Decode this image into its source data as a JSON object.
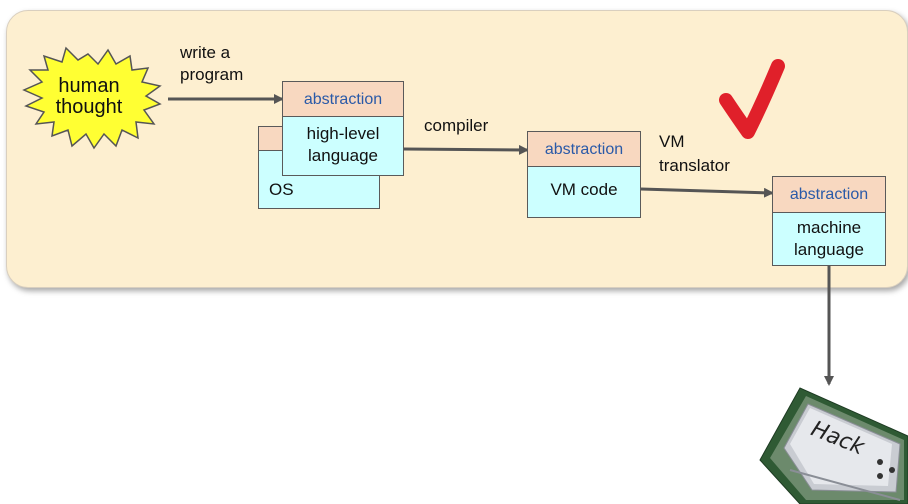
{
  "burst": {
    "line1": "human",
    "line2": "thought"
  },
  "labels": {
    "write_a_program": [
      "write a",
      "program"
    ],
    "compiler": "compiler",
    "vm_translator": [
      "VM",
      "translator"
    ]
  },
  "boxes": {
    "high_level": {
      "head": "abstraction",
      "body": [
        "high-level",
        "language"
      ]
    },
    "os": {
      "body": "OS"
    },
    "vm_code": {
      "head": "abstraction",
      "body": "VM code"
    },
    "machine": {
      "head": "abstraction",
      "body": [
        "machine",
        "language"
      ]
    }
  },
  "chip": {
    "label": "Hack"
  },
  "colors": {
    "panel": "#fdefd0",
    "box_body": "#ccffff",
    "box_head": "#f8d8c0",
    "abstraction_text": "#2a5aa8",
    "burst": "#ffff33",
    "checkmark": "#e0202a",
    "arrow": "#555555"
  }
}
